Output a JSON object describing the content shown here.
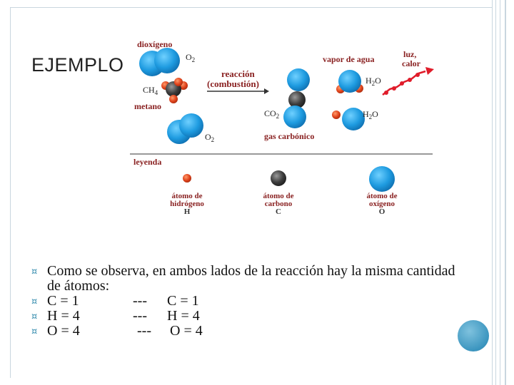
{
  "title": "EJEMPLO",
  "diagram": {
    "labels": {
      "dioxigeno": "dioxígeno",
      "o2_top": "O",
      "o2_top_sub": "2",
      "ch4": "CH",
      "ch4_sub": "4",
      "metano": "metano",
      "o2_bottom": "O",
      "o2_bottom_sub": "2",
      "reaccion": "reacción",
      "combustion": "(combustión)",
      "vapor": "vapor de agua",
      "luz": "luz,",
      "calor": "calor",
      "h2o_top": "H",
      "h2o_top_sub": "2",
      "h2o_top_o": "O",
      "co2": "CO",
      "co2_sub": "2",
      "h2o_bottom": "H",
      "h2o_bottom_sub": "2",
      "h2o_bottom_o": "O",
      "gas": "gas carbónico",
      "leyenda": "leyenda"
    },
    "legend": [
      {
        "line1": "átomo de",
        "line2": "hidrógeno",
        "symbol": "H"
      },
      {
        "line1": "átomo de",
        "line2": "carbono",
        "symbol": "C"
      },
      {
        "line1": "átomo de",
        "line2": "oxígeno",
        "symbol": "O"
      }
    ],
    "colors": {
      "oxygen": "#1e9be0",
      "carbon": "#3c3c3c",
      "hydrogen": "#e0431c",
      "label": "#8a2222",
      "heat": "#e01c2a"
    }
  },
  "bullets": {
    "b1": "Como se observa, en ambos lados de la reacción hay la misma cantidad de átomos:",
    "rows": [
      {
        "left": "C = 1",
        "sep": "---",
        "right": "C = 1"
      },
      {
        "left": "H = 4",
        "sep": "---",
        "right": "H = 4"
      },
      {
        "left": "O = 4",
        "sep": "---",
        "right": "O = 4"
      }
    ],
    "mark": "¤"
  }
}
